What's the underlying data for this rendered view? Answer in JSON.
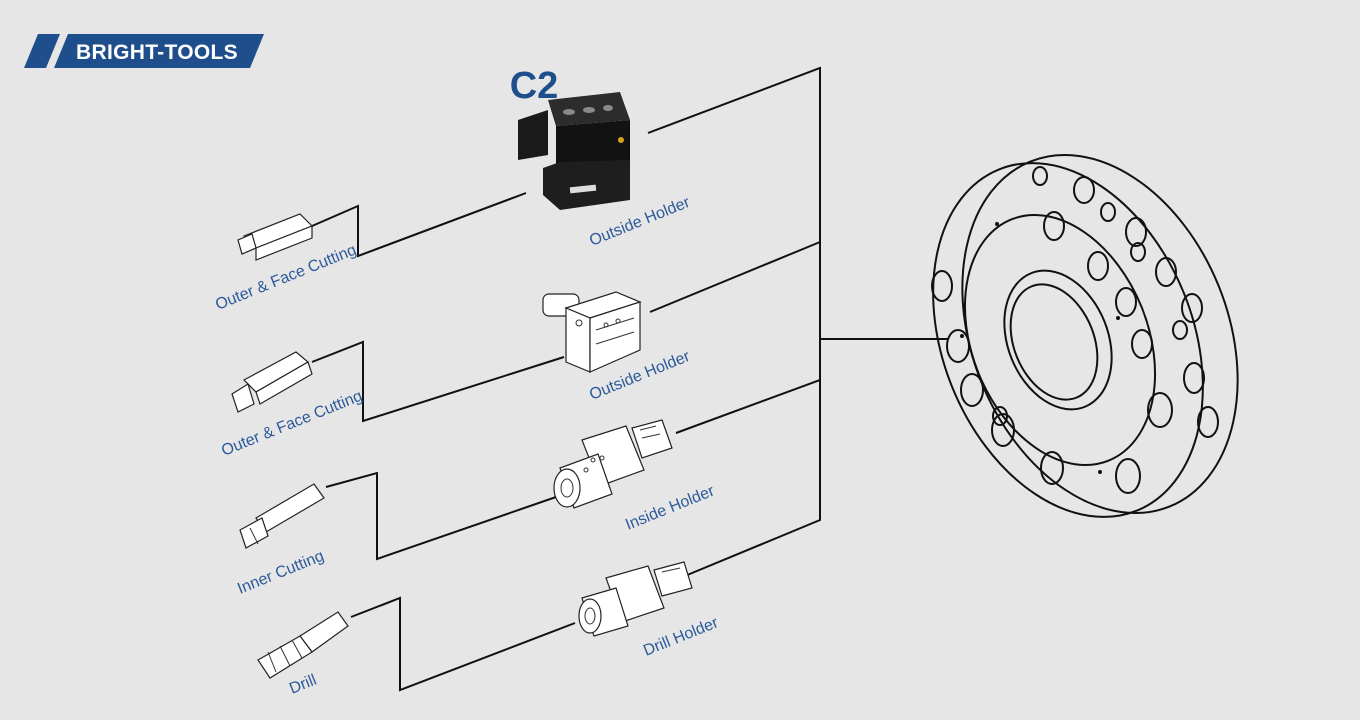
{
  "brand": {
    "name": "BRIGHT-TOOLS"
  },
  "header": {
    "model": "C2"
  },
  "holders": [
    {
      "label": "Outside  Holder",
      "icon": "vdi-c2-photo"
    },
    {
      "label": "Outside  Holder",
      "icon": "vdi-b-holder-icon"
    },
    {
      "label": "Inside Holder",
      "icon": "vdi-e-holder-icon"
    },
    {
      "label": "Drill Holder",
      "icon": "drill-holder-icon"
    }
  ],
  "tools": [
    {
      "label": "Outer & Face Cutting",
      "icon": "square-shank-tool-icon"
    },
    {
      "label": "Outer & Face Cutting",
      "icon": "angled-shank-tool-icon"
    },
    {
      "label": "Inner Cutting",
      "icon": "boring-bar-icon"
    },
    {
      "label": "Drill",
      "icon": "drill-bit-icon"
    }
  ],
  "turret": {
    "icon": "turret-disc-icon"
  },
  "colors": {
    "accent": "#1f4e8c",
    "label": "#2c5a9a",
    "background": "#e6e6e6",
    "line": "#111111"
  }
}
